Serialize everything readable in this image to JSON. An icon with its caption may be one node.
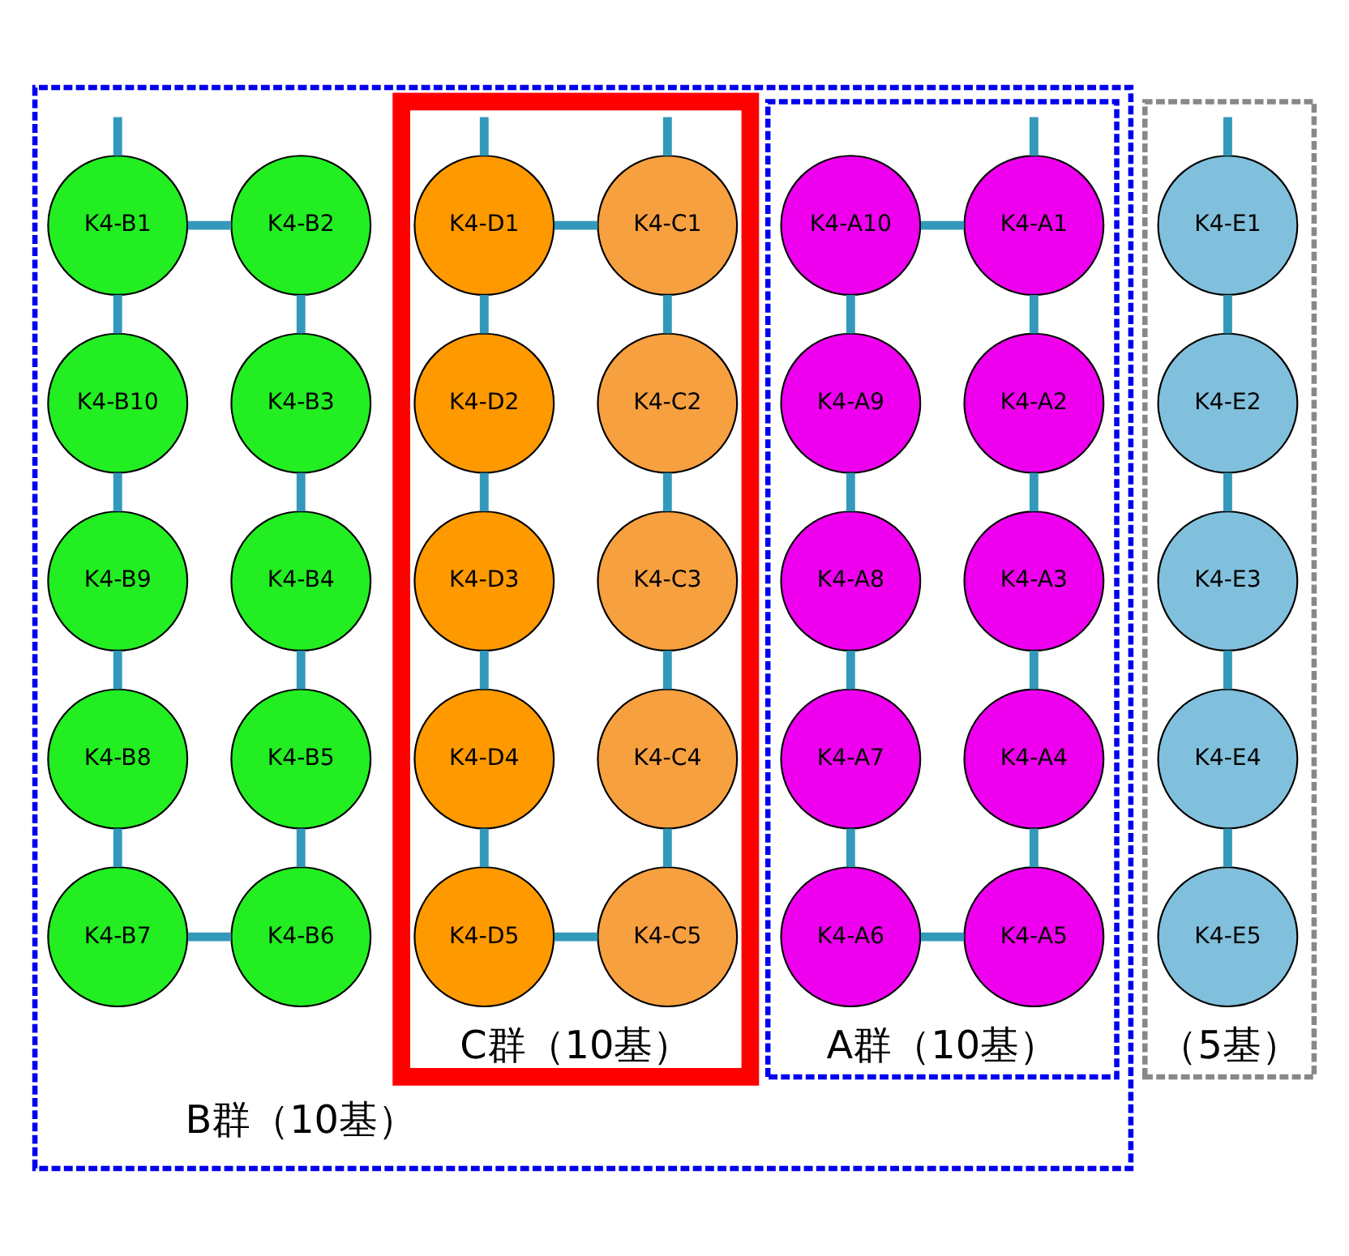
{
  "diagram": {
    "nodes": [
      {
        "text": [],
        "shape": "box"
      },
      {
        "text": [
          "A群（10基）"
        ],
        "in": 0
      },
      {
        "text": [
          "K4-A1"
        ],
        "in": 1
      },
      {
        "text": [
          "K4-A2"
        ],
        "in": 1
      },
      {
        "text": [
          "K4-A3"
        ],
        "in": 1
      },
      {
        "text": [
          "K4-A4"
        ],
        "in": 1
      },
      {
        "text": [
          "K4-A5"
        ],
        "in": 1
      },
      {
        "text": [
          "K4-A6"
        ],
        "in": 1
      },
      {
        "text": [
          "K4-A7"
        ],
        "in": 1
      },
      {
        "text": [
          "K4-A8"
        ],
        "in": 1
      },
      {
        "text": [
          "K4-A9"
        ],
        "in": 1
      },
      {
        "text": [
          "K4-A10"
        ],
        "in": 1
      },
      {
        "text": [
          "K4-B1"
        ],
        "in": 0
      },
      {
        "text": [
          "K4-B2"
        ],
        "in": 0
      },
      {
        "text": [
          "K4-B3"
        ],
        "in": 0
      },
      {
        "text": [
          "K4-B4"
        ],
        "in": 0
      },
      {
        "text": [
          "K4-B5"
        ],
        "in": 0
      },
      {
        "text": [
          "K4-B6"
        ],
        "in": 0
      },
      {
        "text": [
          "K4-B7"
        ],
        "in": 0
      },
      {
        "text": [
          "K4-B8"
        ],
        "in": 0
      },
      {
        "text": [
          "K4-B9"
        ],
        "in": 0
      },
      {
        "text": [
          "K4-B10"
        ],
        "in": 0
      },
      {
        "text": [
          "C群（10基）"
        ],
        "in": 0
      },
      {
        "text": [
          "K4-C1"
        ],
        "in": 22
      },
      {
        "text": [
          "K4-C2"
        ],
        "in": 22
      },
      {
        "text": [
          "K4-C3"
        ],
        "in": 22
      },
      {
        "text": [
          "K4-C4"
        ],
        "in": 22
      },
      {
        "text": [
          "K4-C5"
        ],
        "in": 22
      },
      {
        "text": [
          "K4-D1"
        ],
        "in": 22
      },
      {
        "text": [
          "K4-D2"
        ],
        "in": 22
      },
      {
        "text": [
          "K4-D3"
        ],
        "in": 22
      },
      {
        "text": [
          "K4-D4"
        ],
        "in": 22
      },
      {
        "text": [
          "K4-D5"
        ],
        "in": 22
      },
      {
        "text": [
          "（5基）"
        ]
      },
      {
        "text": [
          "K4-E1"
        ],
        "in": 33
      },
      {
        "text": [
          "K4-E2"
        ],
        "in": 33
      },
      {
        "text": [
          "K4-E3"
        ],
        "in": 33
      },
      {
        "text": [
          "K4-E4"
        ],
        "in": 33
      },
      {
        "text": [
          "K4-E5"
        ],
        "in": 33
      }
    ],
    "edges": [
      {
        "from": null,
        "to": 2,
        "arrow": "none"
      },
      {
        "from": 2,
        "to": 3,
        "arrow": "none"
      },
      {
        "from": 3,
        "to": 4,
        "arrow": "none"
      },
      {
        "from": 4,
        "to": 5,
        "arrow": "none"
      },
      {
        "from": 5,
        "to": 6,
        "arrow": "none"
      },
      {
        "from": 6,
        "to": 7,
        "arrow": "none"
      },
      {
        "from": 7,
        "to": 8,
        "arrow": "none"
      },
      {
        "from": 8,
        "to": 9,
        "arrow": "none"
      },
      {
        "from": 9,
        "to": 10,
        "arrow": "none"
      },
      {
        "from": 10,
        "to": 11,
        "arrow": "none"
      },
      {
        "from": 11,
        "to": 2,
        "arrow": "none"
      },
      {
        "from": null,
        "to": 12,
        "arrow": "none"
      },
      {
        "from": 12,
        "to": 13,
        "arrow": "none"
      },
      {
        "from": 13,
        "to": 14,
        "arrow": "none"
      },
      {
        "from": 14,
        "to": 15,
        "arrow": "none"
      },
      {
        "from": 15,
        "to": 16,
        "arrow": "none"
      },
      {
        "from": 16,
        "to": 17,
        "arrow": "none"
      },
      {
        "from": 17,
        "to": 18,
        "arrow": "none"
      },
      {
        "from": 18,
        "to": 19,
        "arrow": "none"
      },
      {
        "from": 19,
        "to": 20,
        "arrow": "none"
      },
      {
        "from": 20,
        "to": 21,
        "arrow": "none"
      },
      {
        "from": 21,
        "to": 12,
        "arrow": "none"
      },
      {
        "from": null,
        "to": 23,
        "arrow": "none"
      },
      {
        "from": null,
        "to": 28,
        "arrow": "none"
      },
      {
        "from": 23,
        "to": 28,
        "arrow": "none"
      },
      {
        "from": 28,
        "to": 29,
        "arrow": "none"
      },
      {
        "from": 29,
        "to": 30,
        "arrow": "none"
      },
      {
        "from": 30,
        "to": 31,
        "arrow": "none"
      },
      {
        "from": 31,
        "to": 32,
        "arrow": "none"
      },
      {
        "from": 32,
        "to": 27,
        "arrow": "none"
      },
      {
        "from": 27,
        "to": 26,
        "arrow": "none"
      },
      {
        "from": 26,
        "to": 25,
        "arrow": "none"
      },
      {
        "from": 25,
        "to": 24,
        "arrow": "none"
      },
      {
        "from": 24,
        "to": 23,
        "arrow": "none"
      },
      {
        "from": null,
        "to": 34,
        "arrow": "none"
      },
      {
        "from": 34,
        "to": 35,
        "arrow": "none"
      },
      {
        "from": 35,
        "to": 36,
        "arrow": "none"
      },
      {
        "from": 36,
        "to": 37,
        "arrow": "none"
      },
      {
        "from": 37,
        "to": 38,
        "arrow": "none"
      }
    ],
    "labels": [
      "B群（10基）"
    ]
  }
}
